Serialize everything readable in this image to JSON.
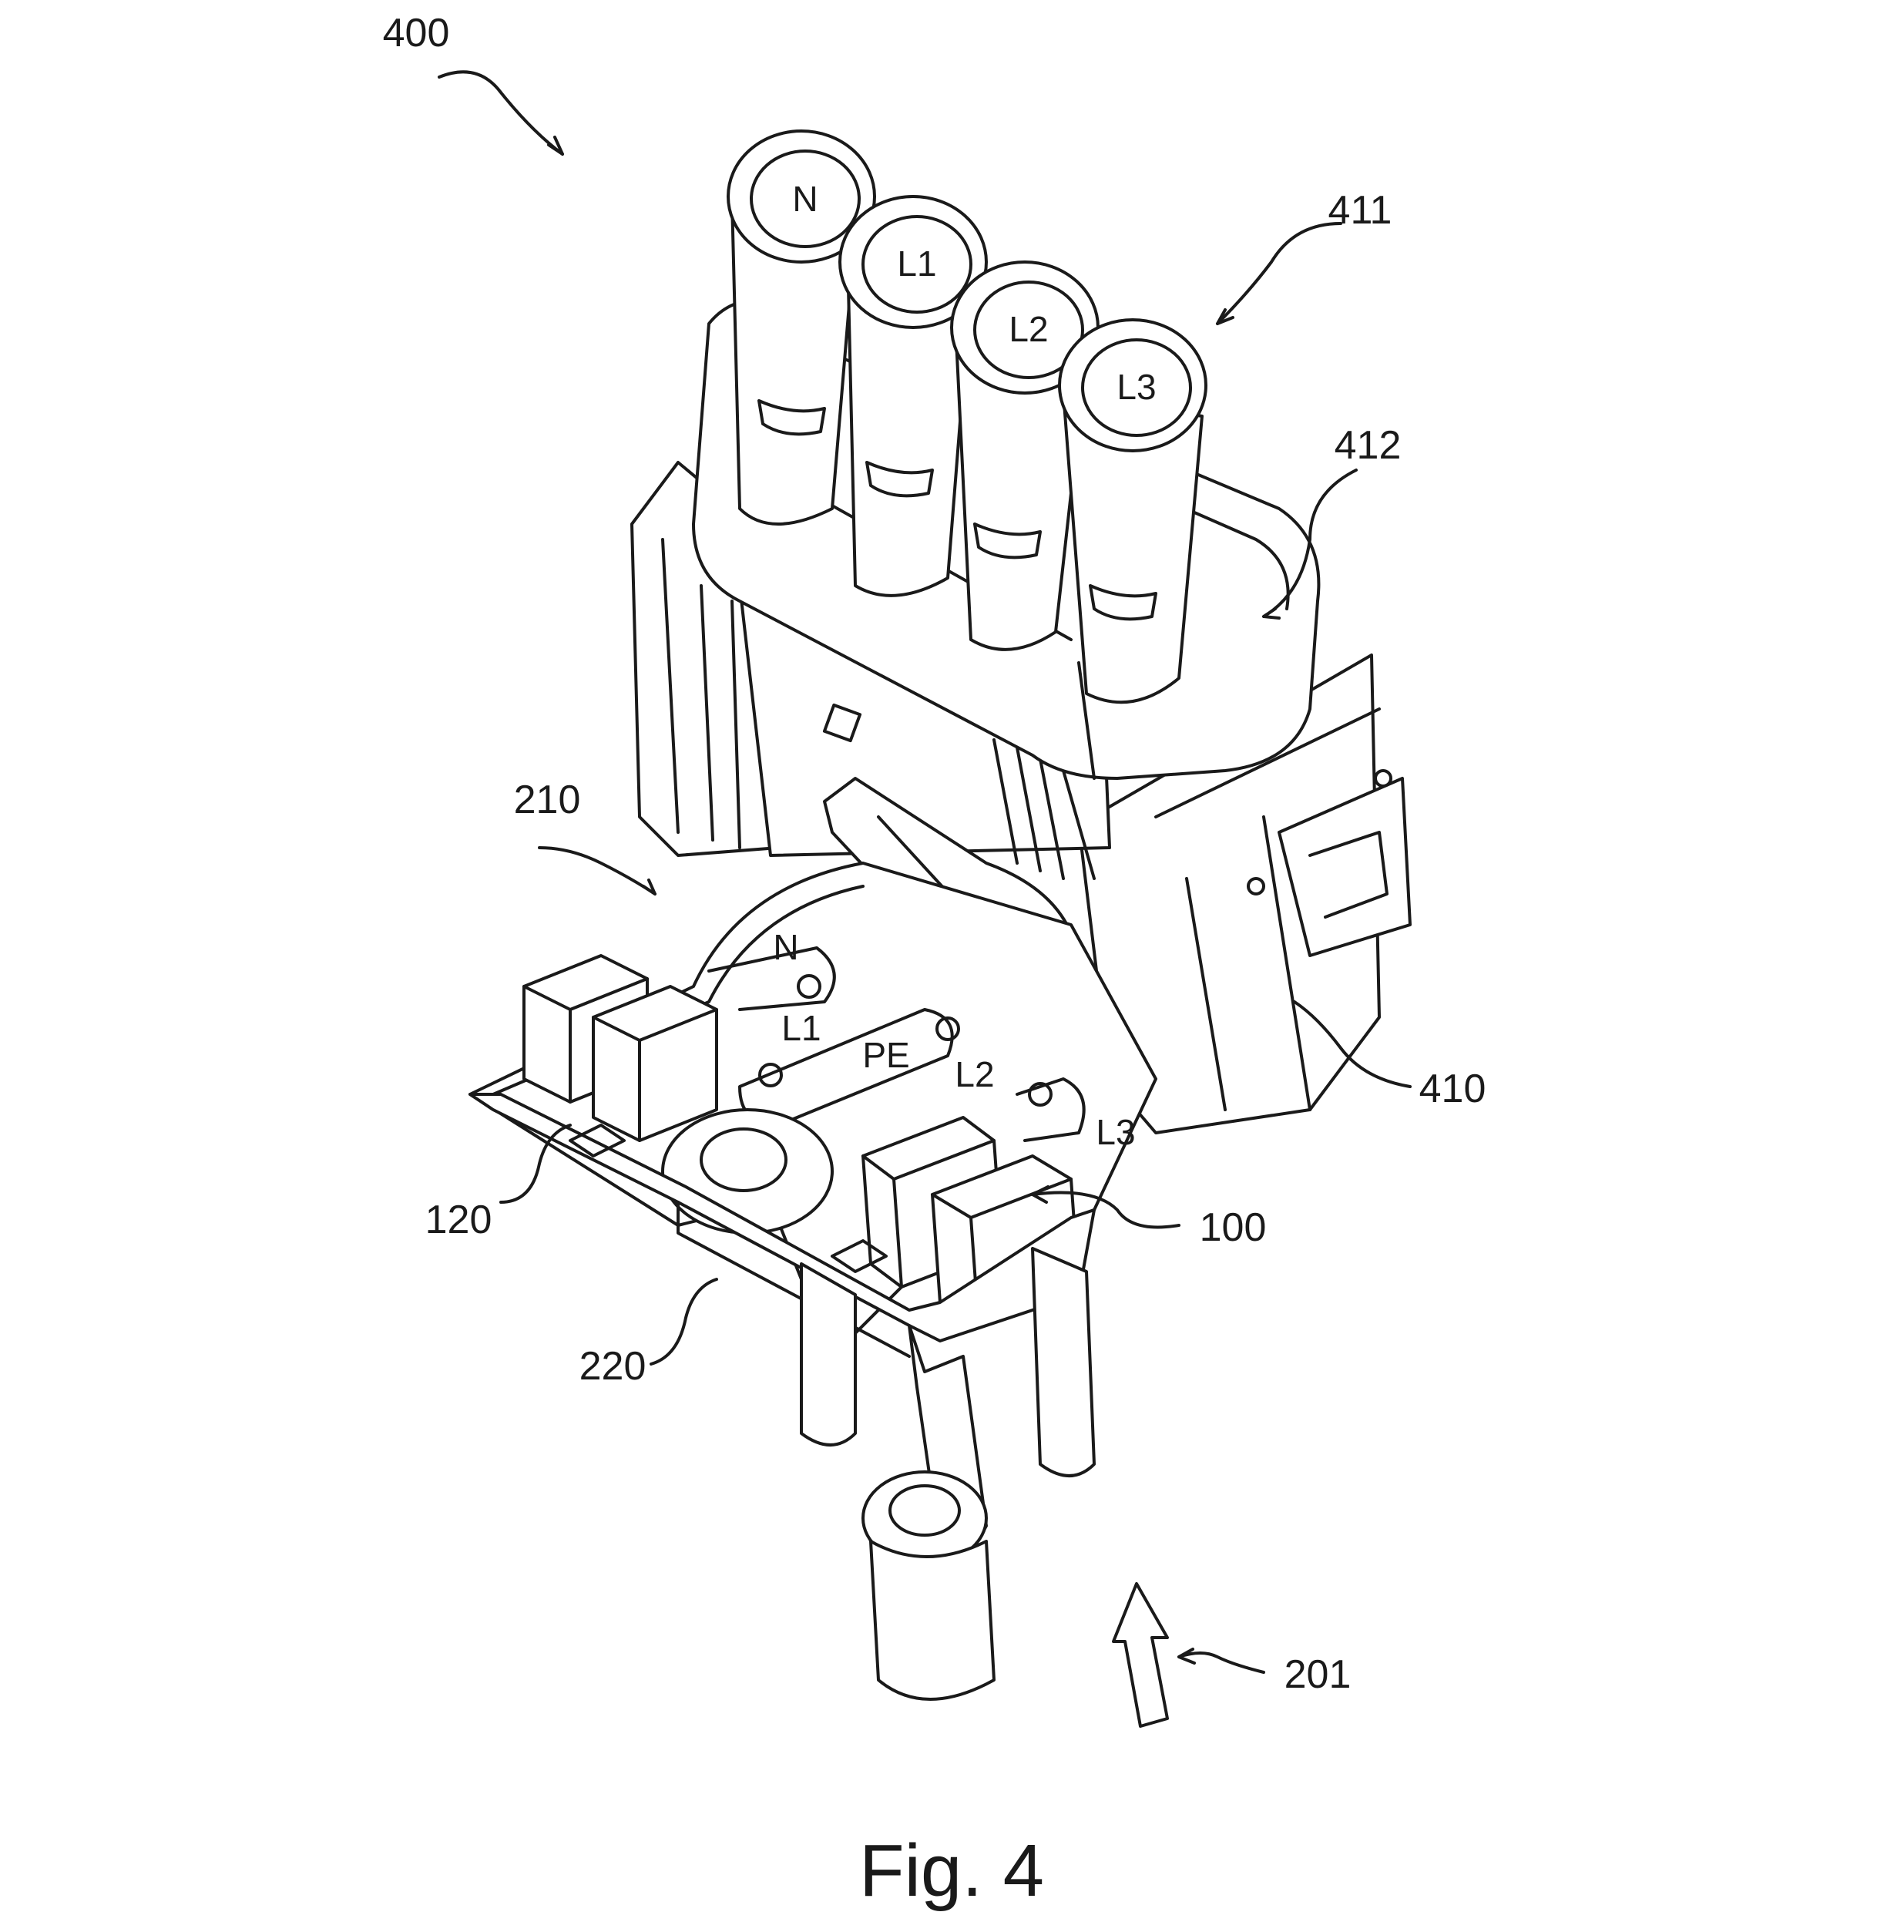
{
  "figure": {
    "caption": "Fig. 4"
  },
  "references": {
    "r400": "400",
    "r411": "411",
    "r412": "412",
    "r410": "410",
    "r210": "210",
    "r120": "120",
    "r100": "100",
    "r220": "220",
    "r201": "201"
  },
  "terminal_labels": {
    "upper": {
      "n": "N",
      "l1": "L1",
      "l2": "L2",
      "l3": "L3"
    },
    "lower": {
      "n": "N",
      "l1": "L1",
      "pe": "PE",
      "l2": "L2",
      "l3": "L3"
    }
  }
}
